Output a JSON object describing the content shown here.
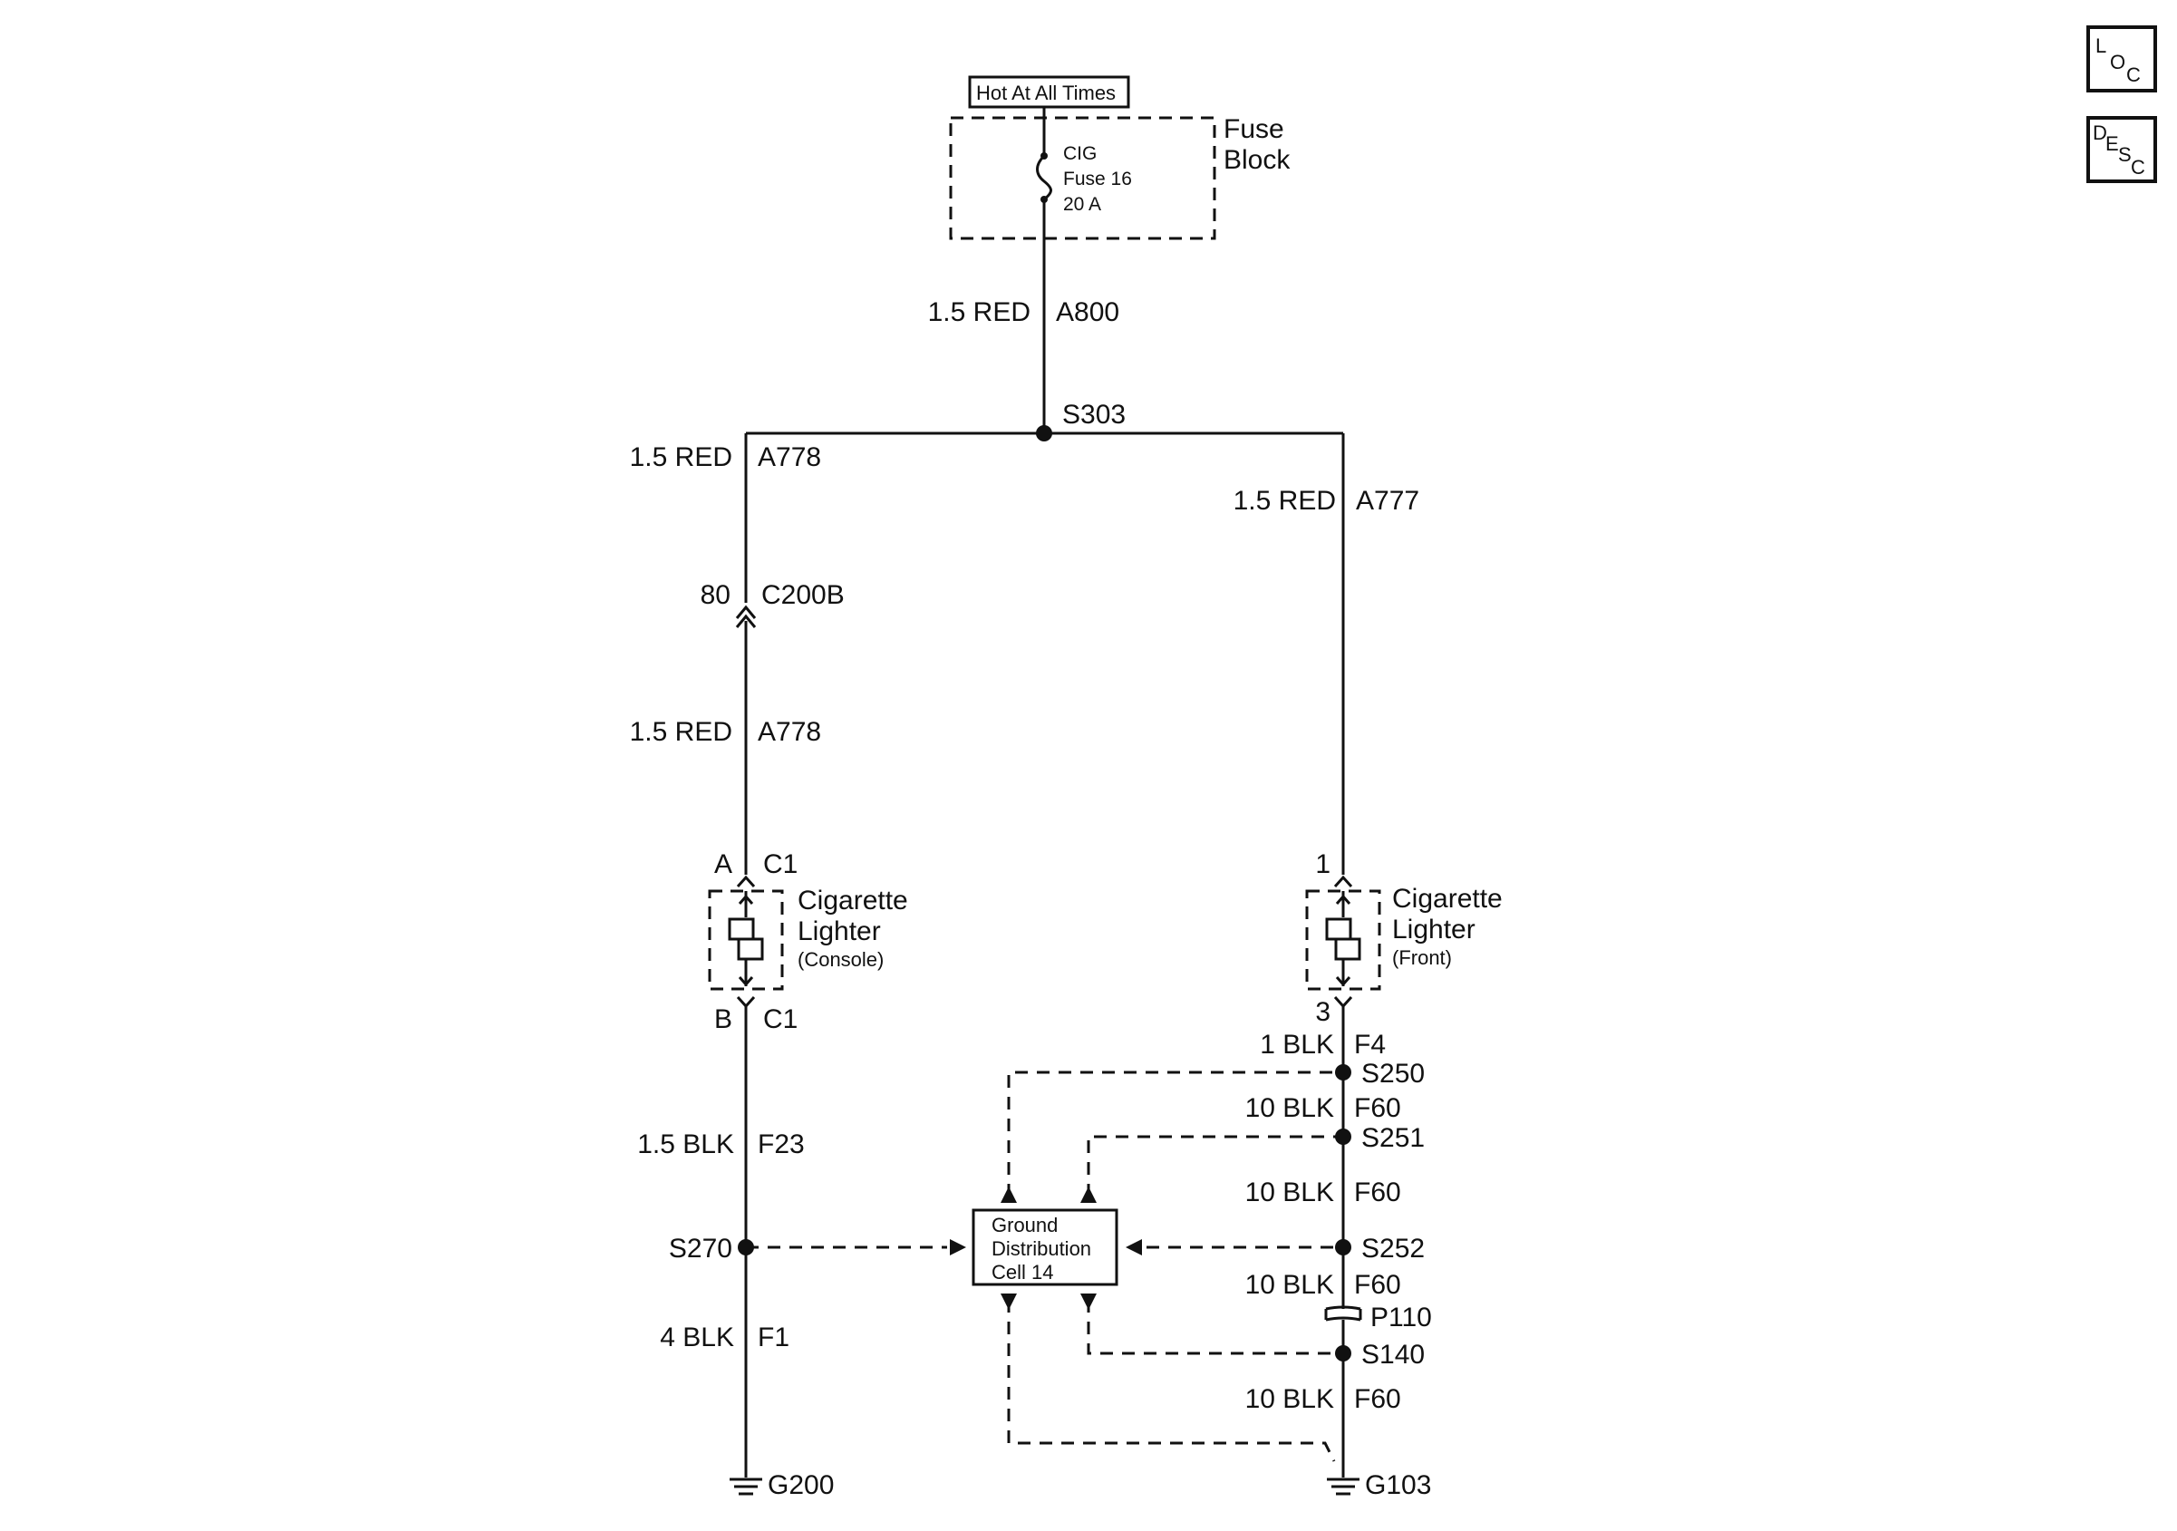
{
  "power_label": "Hot At All Times",
  "fuse_block": {
    "title_line1": "Fuse",
    "title_line2": "Block",
    "fuse_name": "CIG",
    "fuse_number": "Fuse 16",
    "fuse_rating": "20 A"
  },
  "nav_buttons": {
    "loc": {
      "c1": "L",
      "c2": "O",
      "c3": "C"
    },
    "desc": {
      "c1": "D",
      "c2": "E",
      "c3": "S",
      "c4": "C"
    }
  },
  "wires": {
    "feed": {
      "gauge_color": "1.5 RED",
      "circuit": "A800"
    },
    "left_upper": {
      "gauge_color": "1.5 RED",
      "circuit": "A778"
    },
    "left_mid": {
      "gauge_color": "1.5 RED",
      "circuit": "A778"
    },
    "right_upper": {
      "gauge_color": "1.5 RED",
      "circuit": "A777"
    },
    "left_lower1": {
      "gauge_color": "1.5 BLK",
      "circuit": "F23"
    },
    "left_lower2": {
      "gauge_color": "4 BLK",
      "circuit": "F1"
    },
    "right_f4": {
      "gauge_color": "1 BLK",
      "circuit": "F4"
    },
    "right_f60a": {
      "gauge_color": "10 BLK",
      "circuit": "F60"
    },
    "right_f60b": {
      "gauge_color": "10 BLK",
      "circuit": "F60"
    },
    "right_f60c": {
      "gauge_color": "10 BLK",
      "circuit": "F60"
    },
    "right_f60d": {
      "gauge_color": "10 BLK",
      "circuit": "F60"
    }
  },
  "splices": {
    "s303": "S303",
    "s270": "S270",
    "s250": "S250",
    "s251": "S251",
    "s252": "S252",
    "s140": "S140"
  },
  "connectors": {
    "c200b_pin": "80",
    "c200b": "C200B",
    "console_top_pin": "A",
    "console_top_conn": "C1",
    "console_bot_pin": "B",
    "console_bot_conn": "C1",
    "front_top_pin": "1",
    "front_bot_pin": "3",
    "p110": "P110"
  },
  "components": {
    "console_lighter": {
      "line1": "Cigarette",
      "line2": "Lighter",
      "sub": "(Console)"
    },
    "front_lighter": {
      "line1": "Cigarette",
      "line2": "Lighter",
      "sub": "(Front)"
    },
    "ground_cell": {
      "line1": "Ground",
      "line2": "Distribution",
      "line3": "Cell 14"
    }
  },
  "grounds": {
    "g200": "G200",
    "g103": "G103"
  },
  "colors": {
    "line": "#111111",
    "background": "#ffffff"
  }
}
